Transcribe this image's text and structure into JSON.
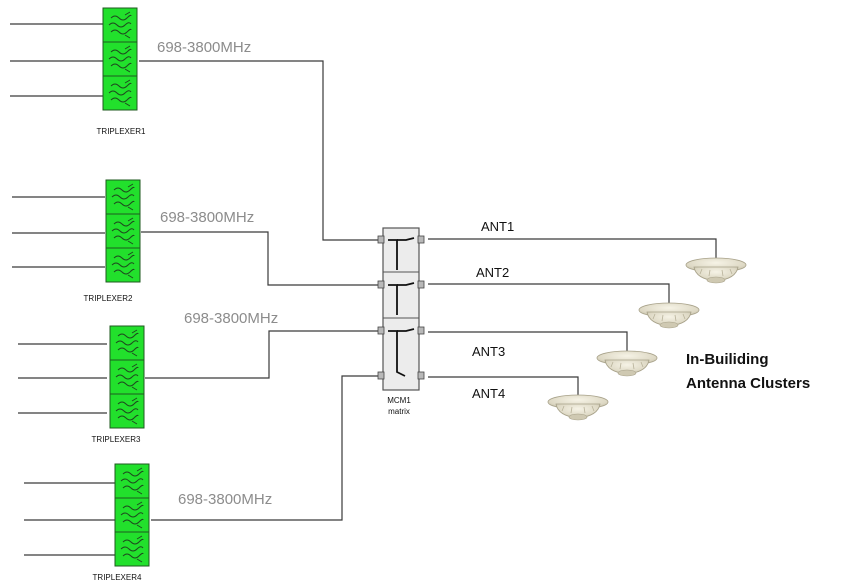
{
  "band_labels": [
    "698-3800MHz",
    "698-3800MHz",
    "698-3800MHz",
    "698-3800MHz"
  ],
  "triplexers": [
    "TRIPLEXER1",
    "TRIPLEXER2",
    "TRIPLEXER3",
    "TRIPLEXER4"
  ],
  "matrix": {
    "name": "MCM1",
    "type": "matrix"
  },
  "antennas": [
    "ANT1",
    "ANT2",
    "ANT3",
    "ANT4"
  ],
  "cluster_label": {
    "line1": "In-Builiding",
    "line2": "Antenna Clusters"
  },
  "colors": {
    "filter_green": "#22e02c",
    "wire": "#3a3a3a",
    "band_text": "#8c8c8c"
  }
}
